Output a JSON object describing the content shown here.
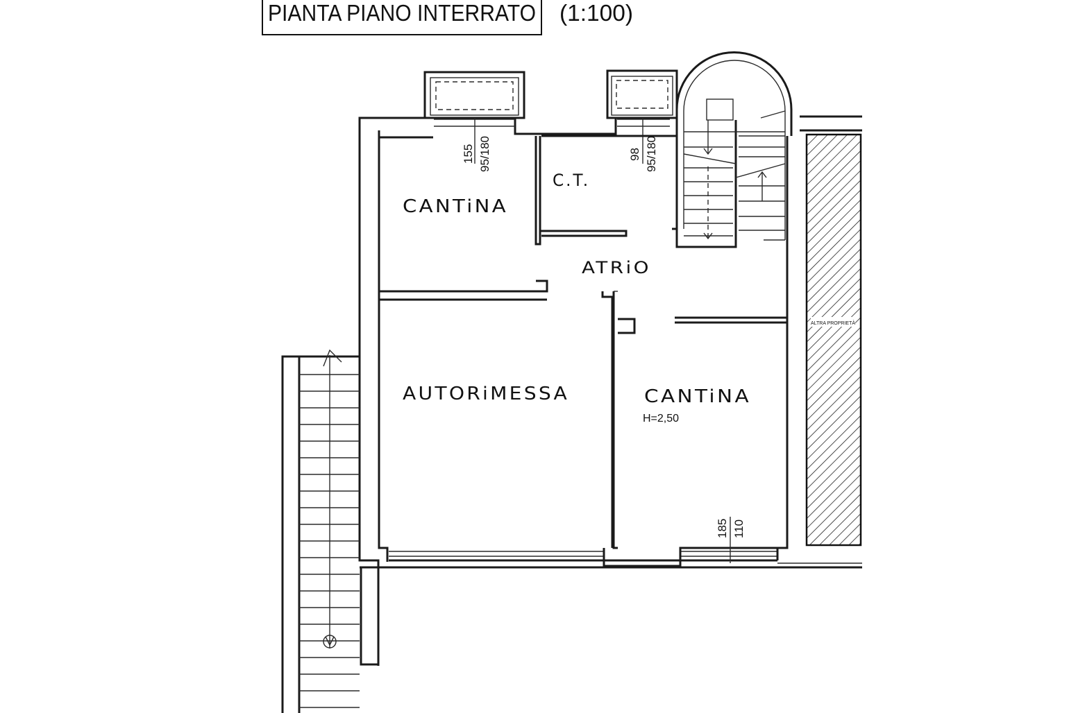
{
  "title": {
    "boxed": "PIANTA PIANO INTERRATO",
    "scale": "(1:100)"
  },
  "rooms": {
    "cantina_top": "CANTiNA",
    "ct": "C.T.",
    "atrio": "ATRiO",
    "autorimessa": "AUTORiMESSA",
    "cantina_bottom": "CANTiNA",
    "cantina_bottom_height": "H=2,50"
  },
  "dimensions": {
    "window_left": {
      "a": "155",
      "b": "95/180"
    },
    "window_right": {
      "a": "98",
      "b": "95/180"
    },
    "window_bottom": {
      "a": "185",
      "b": "110"
    }
  },
  "hatch_label": "ALTRA PROPRIETÀ"
}
